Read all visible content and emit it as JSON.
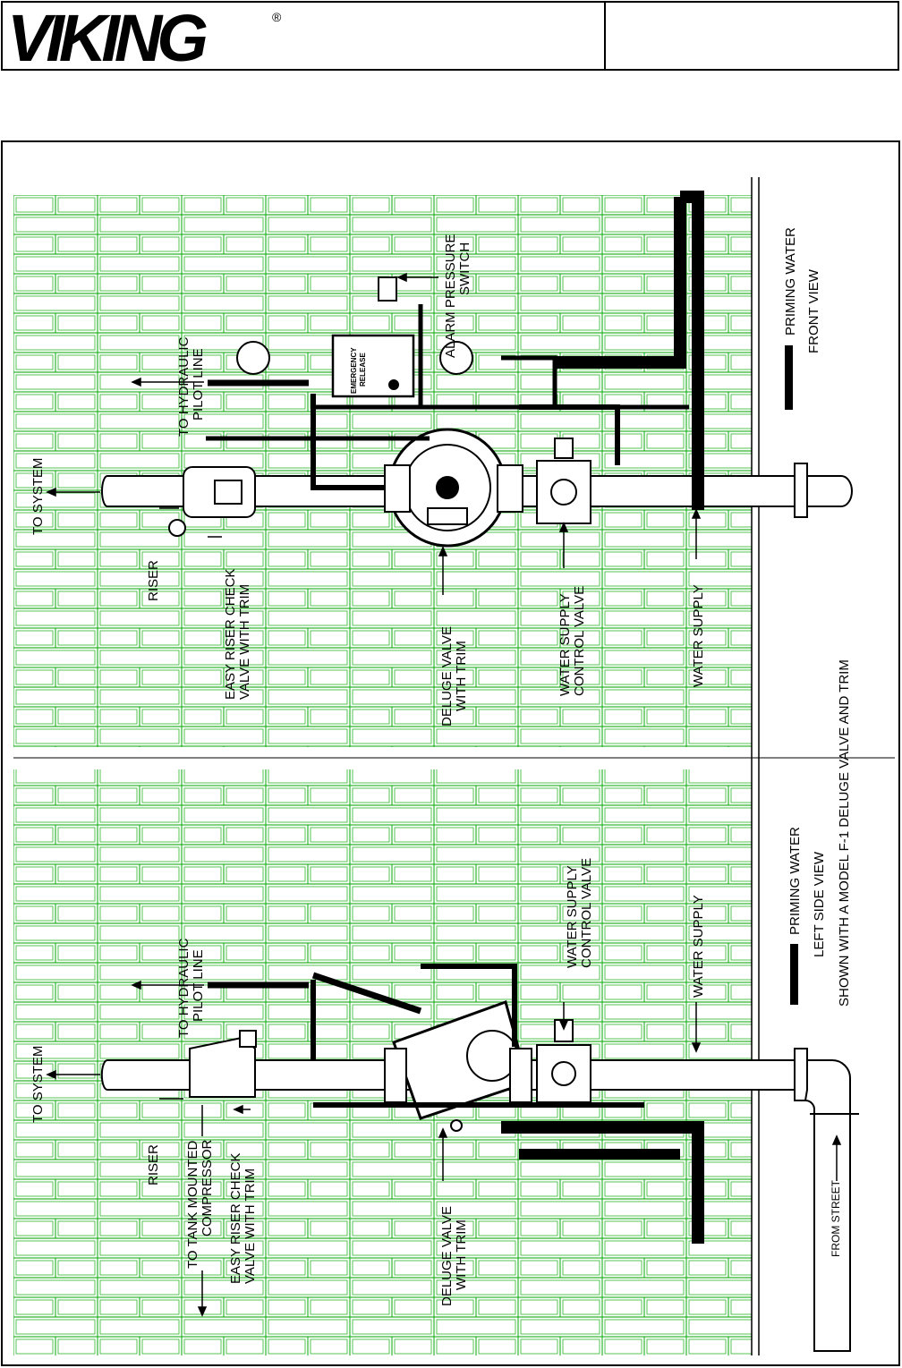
{
  "header": {
    "brand": "VIKING",
    "registered": "®"
  },
  "front_view": {
    "to_system": "TO SYSTEM",
    "to_hydraulic_1": "TO HYDRAULIC",
    "to_hydraulic_2": "PILOT LINE",
    "riser": "RISER",
    "easy_riser_1": "EASY RISER CHECK",
    "easy_riser_2": "VALVE WITH TRIM",
    "deluge_1": "DELUGE VALVE",
    "deluge_2": "WITH TRIM",
    "ws_control_1": "WATER SUPPLY",
    "ws_control_2": "CONTROL VALVE",
    "water_supply": "WATER SUPPLY",
    "alarm_1": "ALARM PRESSURE",
    "alarm_2": "SWITCH",
    "emergency_1": "EMERGENCY",
    "emergency_2": "RELEASE",
    "legend_priming": "PRIMING WATER",
    "view_title": "FRONT VIEW"
  },
  "side_view": {
    "to_system": "TO SYSTEM",
    "to_hydraulic_1": "TO HYDRAULIC",
    "to_hydraulic_2": "PILOT LINE",
    "riser": "RISER",
    "compressor_1": "TO TANK MOUNTED",
    "compressor_2": "COMPRESSOR",
    "easy_riser_1": "EASY RISER CHECK",
    "easy_riser_2": "VALVE WITH TRIM",
    "deluge_1": "DELUGE VALVE",
    "deluge_2": "WITH TRIM",
    "ws_control_1": "WATER SUPPLY",
    "ws_control_2": "CONTROL VALVE",
    "water_supply": "WATER SUPPLY",
    "from_street": "FROM STREET",
    "legend_priming": "PRIMING WATER",
    "view_title": "LEFT SIDE VIEW",
    "shown_with": "SHOWN WITH A MODEL F-1 DELUGE VALVE AND TRIM"
  },
  "colors": {
    "brick": "#2bb52b",
    "ink": "#000000"
  }
}
